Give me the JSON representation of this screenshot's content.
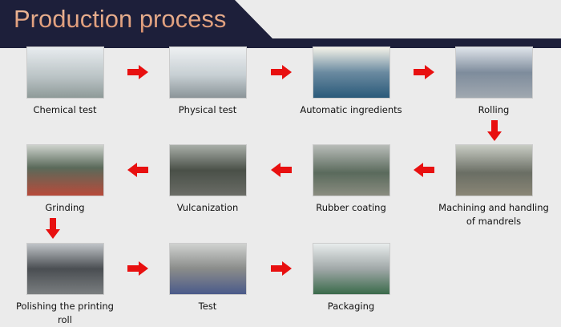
{
  "header": {
    "title": "Production process",
    "bg": "#1d1f3a"
  },
  "arrow_color": "#e81010",
  "steps": [
    {
      "label": "Chemical test",
      "icon": "lab-photo"
    },
    {
      "label": "Physical test",
      "icon": "lab-photo"
    },
    {
      "label": "Automatic ingredients",
      "icon": "machine-photo"
    },
    {
      "label": "Rolling",
      "icon": "machine-photo"
    },
    {
      "label": "Machining and handling of mandrels",
      "icon": "factory-photo"
    },
    {
      "label": "Rubber coating",
      "icon": "factory-photo"
    },
    {
      "label": "Vulcanization",
      "icon": "factory-photo"
    },
    {
      "label": "Grinding",
      "icon": "factory-photo"
    },
    {
      "label": "Polishing the printing roll",
      "icon": "machine-photo"
    },
    {
      "label": "Test",
      "icon": "worker-photo"
    },
    {
      "label": "Packaging",
      "icon": "warehouse-photo"
    }
  ]
}
